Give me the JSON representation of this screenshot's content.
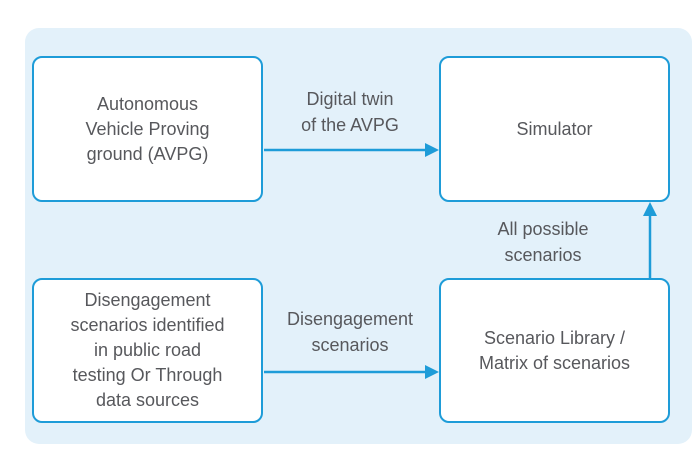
{
  "colors": {
    "accent_blue": "#1e9cd8",
    "panel_bg": "#e3f1fa",
    "box_bg": "#ffffff",
    "text": "#57585c"
  },
  "diagram": {
    "type": "flow-diagram",
    "nodes": [
      {
        "id": "avpg",
        "label": "Autonomous\nVehicle Proving\nground (AVPG)"
      },
      {
        "id": "simulator",
        "label": "Simulator"
      },
      {
        "id": "disengagement-sources",
        "label": "Disengagement\nscenarios identified\nin public road\ntesting Or Through\ndata sources"
      },
      {
        "id": "scenario-library",
        "label": "Scenario Library /\nMatrix of scenarios"
      }
    ],
    "edges": [
      {
        "from": "avpg",
        "to": "simulator",
        "label": "Digital twin\nof the AVPG"
      },
      {
        "from": "disengagement-sources",
        "to": "scenario-library",
        "label": "Disengagement\nscenarios"
      },
      {
        "from": "scenario-library",
        "to": "simulator",
        "label": "All possible\nscenarios"
      }
    ]
  }
}
